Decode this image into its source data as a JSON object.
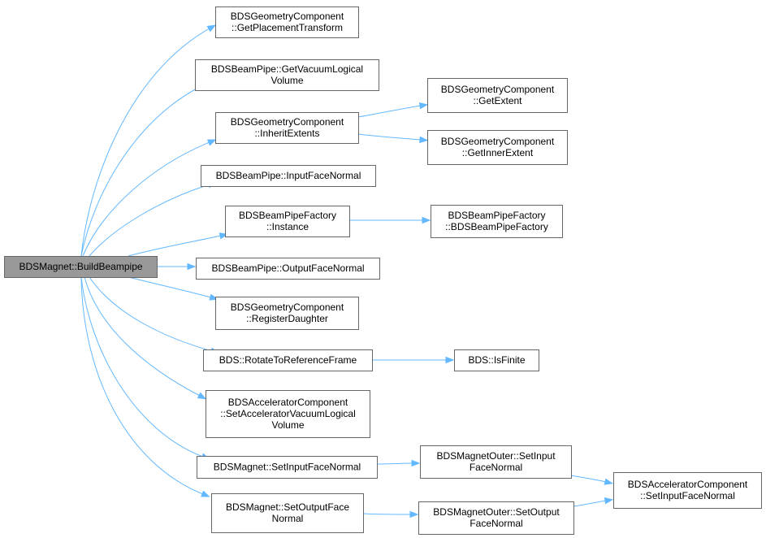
{
  "graph": {
    "colors": {
      "edge": "#63b8ff",
      "node_border": "#666666",
      "root_fill": "#999999",
      "node_fill": "#ffffff"
    },
    "nodes": [
      {
        "id": "root",
        "lines": [
          "BDSMagnet::BuildBeampipe"
        ],
        "root": true
      },
      {
        "id": "getPlacementTransform",
        "lines": [
          "BDSGeometryComponent",
          "::GetPlacementTransform"
        ]
      },
      {
        "id": "getVacuumLogicalVolume",
        "lines": [
          "BDSBeamPipe::GetVacuumLogical",
          "Volume"
        ]
      },
      {
        "id": "inheritExtents",
        "lines": [
          "BDSGeometryComponent",
          "::InheritExtents"
        ]
      },
      {
        "id": "getExtent",
        "lines": [
          "BDSGeometryComponent",
          "::GetExtent"
        ]
      },
      {
        "id": "getInnerExtent",
        "lines": [
          "BDSGeometryComponent",
          "::GetInnerExtent"
        ]
      },
      {
        "id": "inputFaceNormal",
        "lines": [
          "BDSBeamPipe::InputFaceNormal"
        ]
      },
      {
        "id": "instance",
        "lines": [
          "BDSBeamPipeFactory",
          "::Instance"
        ]
      },
      {
        "id": "beamPipeFactoryCtor",
        "lines": [
          "BDSBeamPipeFactory",
          "::BDSBeamPipeFactory"
        ]
      },
      {
        "id": "outputFaceNormal",
        "lines": [
          "BDSBeamPipe::OutputFaceNormal"
        ]
      },
      {
        "id": "registerDaughter",
        "lines": [
          "BDSGeometryComponent",
          "::RegisterDaughter"
        ]
      },
      {
        "id": "rotateToReferenceFrame",
        "lines": [
          "BDS::RotateToReferenceFrame"
        ]
      },
      {
        "id": "isFinite",
        "lines": [
          "BDS::IsFinite"
        ]
      },
      {
        "id": "setAcceleratorVacuumLogicalVolume",
        "lines": [
          "BDSAcceleratorComponent",
          "::SetAcceleratorVacuumLogical",
          "Volume"
        ]
      },
      {
        "id": "magnetSetInputFaceNormal",
        "lines": [
          "BDSMagnet::SetInputFaceNormal"
        ]
      },
      {
        "id": "magnetSetOutputFaceNormal",
        "lines": [
          "BDSMagnet::SetOutputFace",
          "Normal"
        ]
      },
      {
        "id": "outerSetInputFaceNormal",
        "lines": [
          "BDSMagnetOuter::SetInput",
          "FaceNormal"
        ]
      },
      {
        "id": "outerSetOutputFaceNormal",
        "lines": [
          "BDSMagnetOuter::SetOutput",
          "FaceNormal"
        ]
      },
      {
        "id": "accSetInputFaceNormal",
        "lines": [
          "BDSAcceleratorComponent",
          "::SetInputFaceNormal"
        ]
      }
    ],
    "edges": [
      [
        "root",
        "getPlacementTransform"
      ],
      [
        "root",
        "getVacuumLogicalVolume"
      ],
      [
        "root",
        "inheritExtents"
      ],
      [
        "root",
        "inputFaceNormal"
      ],
      [
        "root",
        "instance"
      ],
      [
        "root",
        "outputFaceNormal"
      ],
      [
        "root",
        "registerDaughter"
      ],
      [
        "root",
        "rotateToReferenceFrame"
      ],
      [
        "root",
        "setAcceleratorVacuumLogicalVolume"
      ],
      [
        "root",
        "magnetSetInputFaceNormal"
      ],
      [
        "root",
        "magnetSetOutputFaceNormal"
      ],
      [
        "inheritExtents",
        "getExtent"
      ],
      [
        "inheritExtents",
        "getInnerExtent"
      ],
      [
        "instance",
        "beamPipeFactoryCtor"
      ],
      [
        "rotateToReferenceFrame",
        "isFinite"
      ],
      [
        "magnetSetInputFaceNormal",
        "outerSetInputFaceNormal"
      ],
      [
        "magnetSetOutputFaceNormal",
        "outerSetOutputFaceNormal"
      ],
      [
        "outerSetInputFaceNormal",
        "accSetInputFaceNormal"
      ],
      [
        "outerSetOutputFaceNormal",
        "accSetInputFaceNormal"
      ]
    ]
  }
}
